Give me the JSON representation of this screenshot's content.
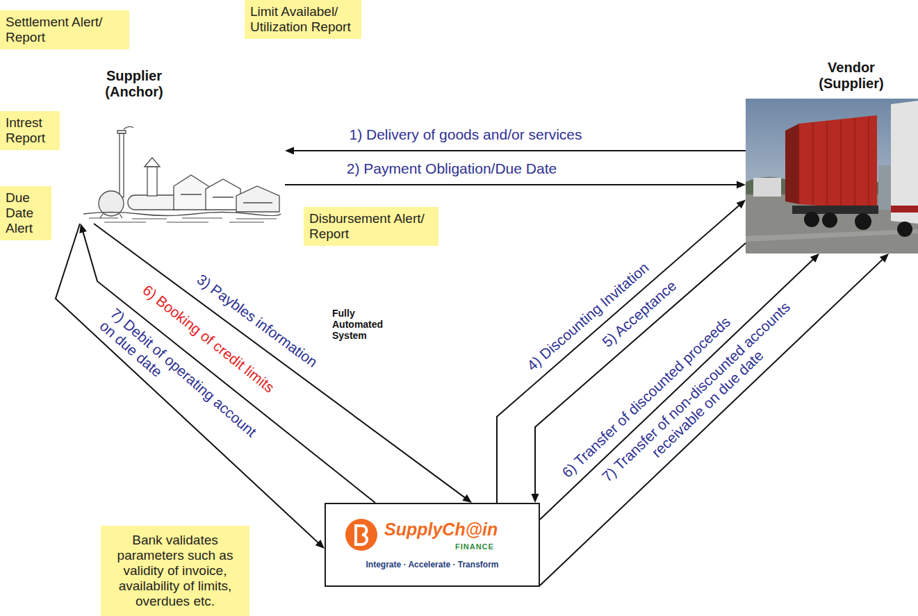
{
  "diagram": {
    "nodes": [
      {
        "text": [
          "Settlement Alert/ Report"
        ]
      },
      {
        "text": [
          "Limit Availabel/ Utilization Report"
        ]
      },
      {
        "text": [
          "Supplier (Anchor)"
        ]
      },
      {
        "text": [
          "Vendor (Supplier)"
        ]
      },
      {
        "text": [
          "Intrest Report"
        ]
      },
      {
        "text": [
          "Due Date Alert"
        ]
      },
      {
        "text": [
          "Disbursement Alert/ Report"
        ]
      },
      {
        "text": [
          "Bank validates parameters such as validity of invoice, availability of limits, overdues etc."
        ]
      },
      {
        "text": [
          "SupplyCh@in",
          "FINANCE",
          "Integrate · Accelerate · Transform"
        ]
      }
    ],
    "edges": [
      {
        "from": 3,
        "to": 2,
        "arrow": "to",
        "label": "1) Delivery of goods and/or services"
      },
      {
        "from": 2,
        "to": 3,
        "arrow": "to",
        "label": "2) Payment Obligation/Due Date"
      },
      {
        "from": 2,
        "to": 8,
        "arrow": "to",
        "label": "3) Paybles information"
      },
      {
        "from": 8,
        "to": 2,
        "arrow": "to",
        "label": "6) Booking of credit limits"
      },
      {
        "from": 2,
        "to": 8,
        "arrow": "to",
        "label": "7) Debit of operating account on due date"
      },
      {
        "from": 8,
        "to": 3,
        "arrow": "to",
        "label": "4) Discounting Invitation"
      },
      {
        "from": 3,
        "to": 8,
        "arrow": "to",
        "label": "5) Acceptance"
      },
      {
        "from": 8,
        "to": 3,
        "arrow": "to",
        "label": "6) Transfer of discounted proceeds"
      },
      {
        "from": 8,
        "to": 3,
        "arrow": "to",
        "label": "7) Transfer of non-discounted accounts receivable on due date"
      }
    ],
    "labels": [
      "Fully Automated System"
    ]
  }
}
